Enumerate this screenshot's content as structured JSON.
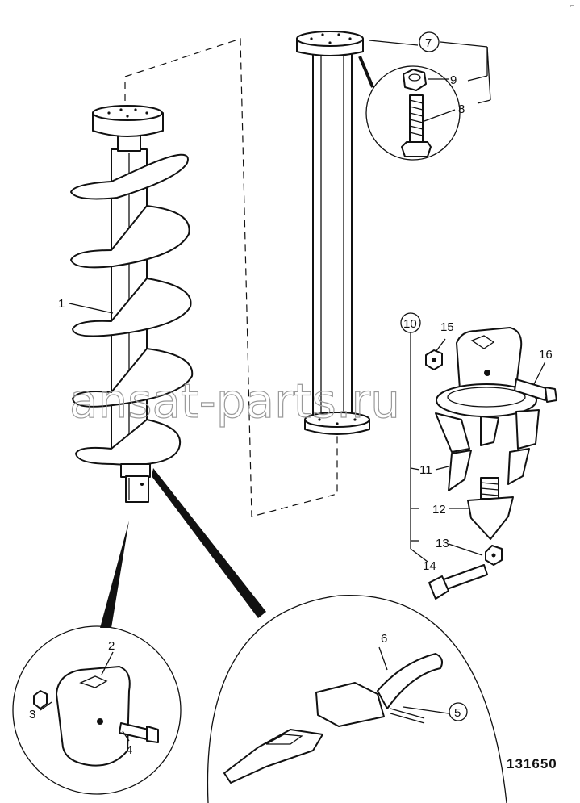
{
  "drawing": {
    "reference_number": "131650",
    "watermark": "ansat-parts.ru",
    "corner_mark": "⌐"
  },
  "callouts": [
    {
      "id": "c1",
      "label": "1",
      "circled": false
    },
    {
      "id": "c2",
      "label": "2",
      "circled": false
    },
    {
      "id": "c3",
      "label": "3",
      "circled": false
    },
    {
      "id": "c4",
      "label": "4",
      "circled": false
    },
    {
      "id": "c5",
      "label": "5",
      "circled": true
    },
    {
      "id": "c6",
      "label": "6",
      "circled": false
    },
    {
      "id": "c7",
      "label": "7",
      "circled": true
    },
    {
      "id": "c8",
      "label": "8",
      "circled": false
    },
    {
      "id": "c9",
      "label": "9",
      "circled": false
    },
    {
      "id": "c10",
      "label": "10",
      "circled": true
    },
    {
      "id": "c11",
      "label": "11",
      "circled": false
    },
    {
      "id": "c12",
      "label": "12",
      "circled": false
    },
    {
      "id": "c13",
      "label": "13",
      "circled": false
    },
    {
      "id": "c14",
      "label": "14",
      "circled": false
    },
    {
      "id": "c15",
      "label": "15",
      "circled": false
    },
    {
      "id": "c16",
      "label": "16",
      "circled": false
    }
  ]
}
